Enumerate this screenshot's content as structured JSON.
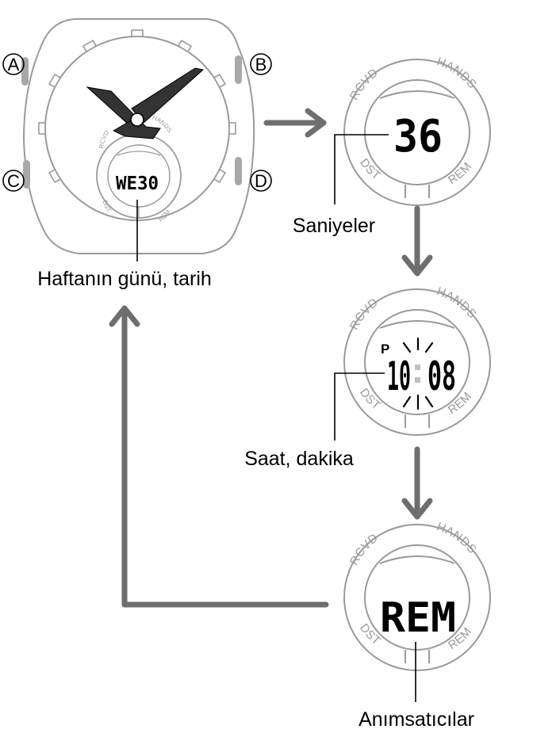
{
  "buttons": {
    "a": "A",
    "b": "B",
    "c": "C",
    "d": "D"
  },
  "subdial_labels": {
    "rcvd": "RCVD",
    "hands": "HANDS",
    "dst": "DST",
    "rem": "REM"
  },
  "main_watch": {
    "display": "WE30",
    "caption": "Haftanın günü, tarih"
  },
  "seconds_screen": {
    "display": "36",
    "caption": "Saniyeler"
  },
  "time_screen": {
    "pm": "P",
    "hours": "10",
    "minutes": "08",
    "caption": "Saat, dakika"
  },
  "reminder_screen": {
    "display": "REM",
    "caption": "Anımsatıcılar"
  }
}
